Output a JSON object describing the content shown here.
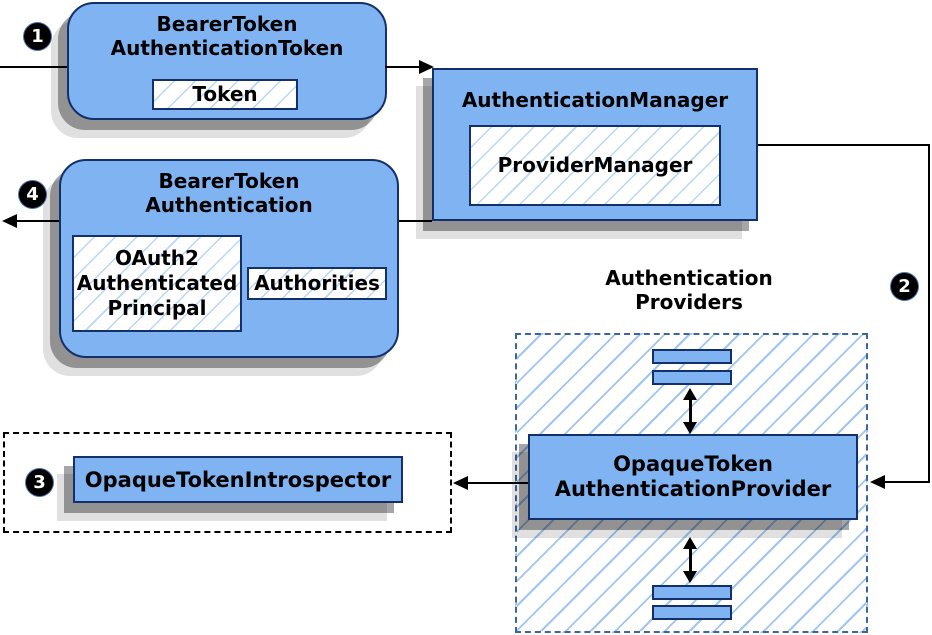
{
  "diagram": {
    "badges": {
      "step_1": "1",
      "step_2": "2",
      "step_3": "3",
      "step_4": "4"
    },
    "nodes": {
      "bearer_token_authentication_token": {
        "title_line1": "BearerToken",
        "title_line2": "AuthenticationToken",
        "token_label": "Token"
      },
      "authentication_manager": {
        "title": "AuthenticationManager",
        "provider_manager_label": "ProviderManager"
      },
      "bearer_token_authentication": {
        "title_line1": "BearerToken",
        "title_line2": "Authentication",
        "principal_line1": "OAuth2",
        "principal_line2": "Authenticated",
        "principal_line3": "Principal",
        "authorities_label": "Authorities"
      },
      "authentication_providers": {
        "label_line1": "Authentication",
        "label_line2": "Providers"
      },
      "opaque_token_authentication_provider": {
        "title_line1": "OpaqueToken",
        "title_line2": "AuthenticationProvider"
      },
      "opaque_token_introspector": {
        "label": "OpaqueTokenIntrospector"
      }
    },
    "colors": {
      "node_fill": "#7fb3f2",
      "node_border": "#13306b",
      "hatch_strong": "#9fc6f2",
      "hatch_soft": "#b9d6f8",
      "dashed_blue": "#3e659b",
      "shadow_dark": "rgba(0,0,0,0.35)",
      "shadow_light": "rgba(0,0,0,0.12)",
      "line_color": "#000000"
    }
  }
}
